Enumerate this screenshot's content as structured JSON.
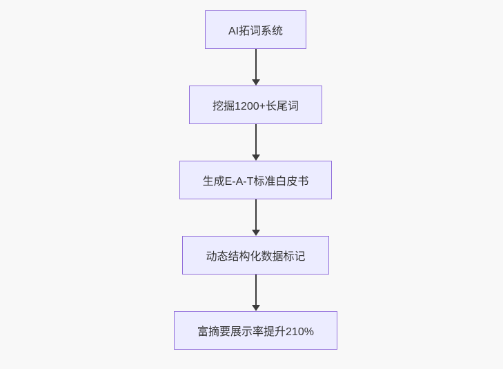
{
  "diagram": {
    "type": "flowchart-top-down",
    "nodes": [
      {
        "id": "ai-keyword-system",
        "label": "AI拓词系统"
      },
      {
        "id": "longtail-mining",
        "label": "挖掘1200+长尾词"
      },
      {
        "id": "eat-whitepaper",
        "label": "生成E-A-T标准白皮书"
      },
      {
        "id": "structured-data-markup",
        "label": "动态结构化数据标记"
      },
      {
        "id": "rich-snippet-result",
        "label": "富摘要展示率提升210%"
      }
    ],
    "edges": [
      {
        "from": 0,
        "to": 1
      },
      {
        "from": 1,
        "to": 2
      },
      {
        "from": 2,
        "to": 3
      },
      {
        "from": 3,
        "to": 4
      }
    ],
    "colors": {
      "node_fill": "#ECECFF",
      "node_border": "#9370DB",
      "node_text": "#333333",
      "arrow": "#3b3b3b",
      "background": "#f8f8f8"
    }
  }
}
